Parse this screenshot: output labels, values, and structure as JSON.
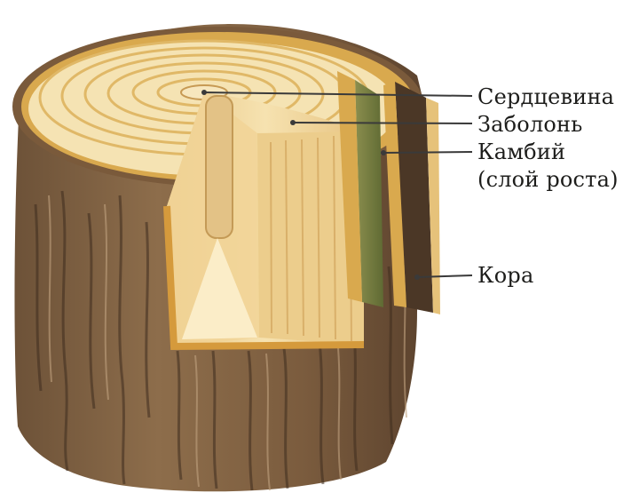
{
  "diagram": {
    "labels": {
      "pith": "Сердцевина",
      "sapwood": "Заболонь",
      "cambium_line1": "Камбий",
      "cambium_line2": "(слой роста)",
      "bark": "Кора"
    }
  },
  "colors": {
    "bark_dark": "#5f4631",
    "bark_mid": "#8a6a48",
    "bark_light": "#b39572",
    "wood_light": "#f4dfa8",
    "wood_ring": "#e0b867",
    "cambium_green": "#6f7a3a",
    "leader_line": "#3a3a3a"
  }
}
